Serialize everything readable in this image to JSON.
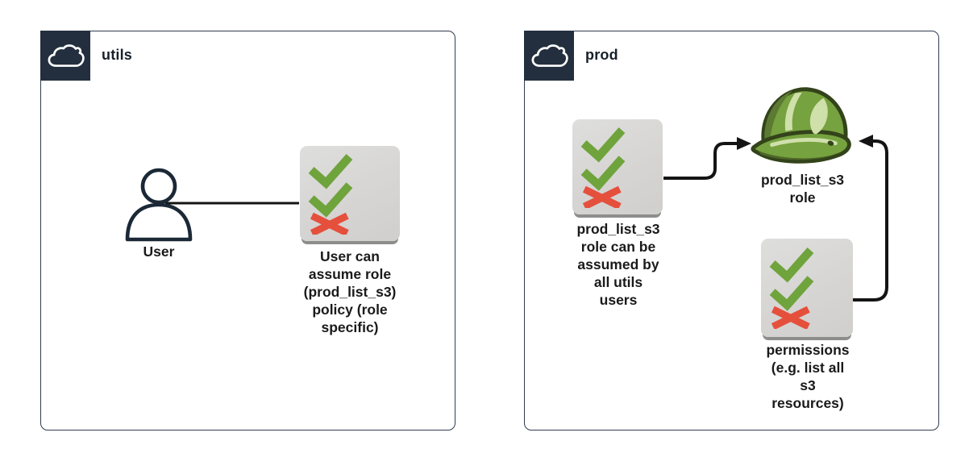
{
  "diagram": {
    "background": "#ffffff",
    "colors": {
      "account_tab": "#232f3e",
      "box_border": "#303c50",
      "policy_fill": "#d6d5d3",
      "policy_shadow": "#8d8d8b",
      "check_green": "#6fa33c",
      "cross_red": "#e5503c",
      "hat_green": "#76a23f",
      "hat_dark_outline": "#33431a",
      "hat_highlight": "#cfe0ab",
      "connector": "#141414",
      "user_outline": "#1b2836"
    }
  },
  "accounts": {
    "utils": {
      "label": "utils",
      "user_label": "User",
      "policy_caption": "User can\nassume role\n(prod_list_s3)\npolicy (role\nspecific)"
    },
    "prod": {
      "label": "prod",
      "trust_policy_caption": "prod_list_s3\nrole can be\nassumed by\nall utils\nusers",
      "role_caption": "prod_list_s3\nrole",
      "permissions_policy_caption": "permissions\n(e.g. list all\ns3\nresources)"
    }
  },
  "icons": {
    "cloud": "aws-account-cloud",
    "user": "iam-user",
    "policy": "iam-policy-checklist",
    "role": "iam-role-hard-hat"
  }
}
